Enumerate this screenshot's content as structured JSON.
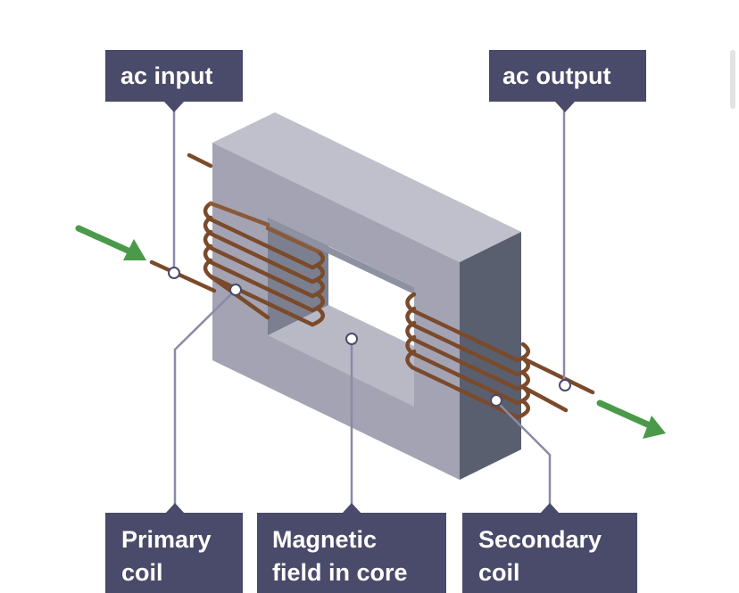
{
  "labels": {
    "ac_input": "ac input",
    "ac_output": "ac output",
    "primary_coil": [
      "Primary",
      "coil"
    ],
    "magnetic_field": [
      "Magnetic",
      "field in core"
    ],
    "secondary_coil": [
      "Secondary",
      "coil"
    ]
  },
  "colors": {
    "label_box": "#4a4a6a",
    "leader_line": "#8a8aa8",
    "core_front": "#a3a3b3",
    "core_top": "#c0c0cc",
    "core_side": "#5a5f6f",
    "coil_wire": "#7a4a2a",
    "arrow": "#4a9a4a"
  }
}
